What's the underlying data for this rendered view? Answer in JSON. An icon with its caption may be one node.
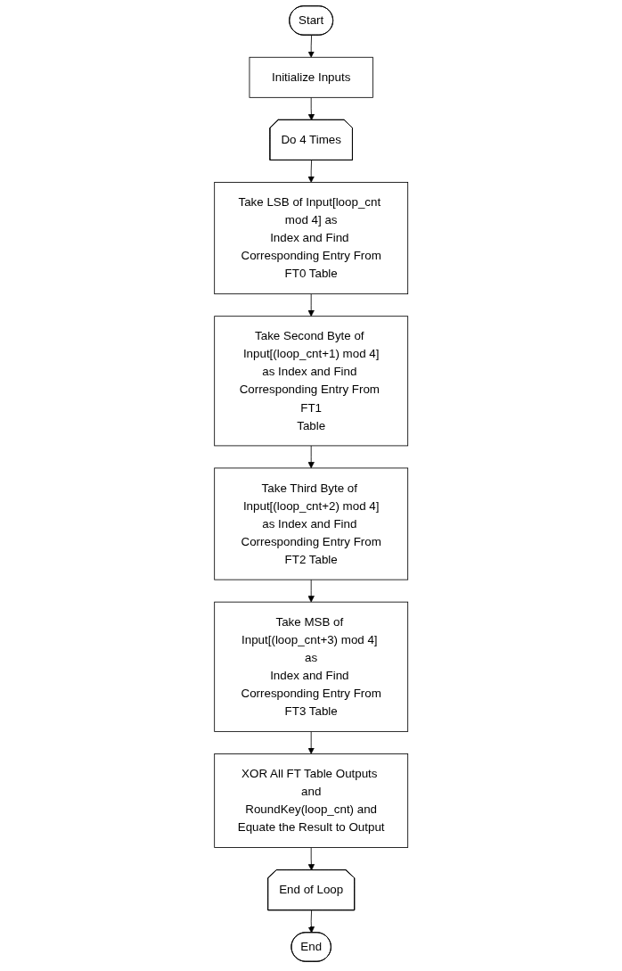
{
  "diagram": {
    "nodes": [
      {
        "text": [
          "Start"
        ]
      },
      {
        "text": [
          "Initialize Inputs"
        ]
      },
      {
        "text": [
          "Do 4 Times"
        ]
      },
      {
        "text": [
          "Take LSB of Input[loop_cnt mod 4] as Index and Find Corresponding Entry From FT0 Table"
        ]
      },
      {
        "text": [
          "Take Second Byte of Input[(loop_cnt+1) mod 4] as Index and Find Corresponding Entry From FT1 Table"
        ]
      },
      {
        "text": [
          "Take Third Byte of Input[(loop_cnt+2) mod 4] as Index and Find Corresponding Entry From FT2 Table"
        ]
      },
      {
        "text": [
          "Take MSB of Input[(loop_cnt+3) mod 4] as Index and Find Corresponding Entry From FT3 Table"
        ]
      },
      {
        "text": [
          "XOR All FT Table Outputs and RoundKey(loop_cnt) and Equate the Result to Output"
        ]
      },
      {
        "text": [
          "End of Loop"
        ]
      },
      {
        "text": [
          "End"
        ]
      }
    ],
    "edges": [
      {
        "from": 0,
        "to": 1,
        "arrow": "to"
      },
      {
        "from": 1,
        "to": 2,
        "arrow": "to"
      },
      {
        "from": 2,
        "to": 3,
        "arrow": "to"
      },
      {
        "from": 3,
        "to": 4,
        "arrow": "to"
      },
      {
        "from": 4,
        "to": 5,
        "arrow": "to"
      },
      {
        "from": 5,
        "to": 6,
        "arrow": "to"
      },
      {
        "from": 6,
        "to": 7,
        "arrow": "to"
      },
      {
        "from": 7,
        "to": 8,
        "arrow": "to"
      },
      {
        "from": 8,
        "to": 9,
        "arrow": "to"
      }
    ]
  }
}
